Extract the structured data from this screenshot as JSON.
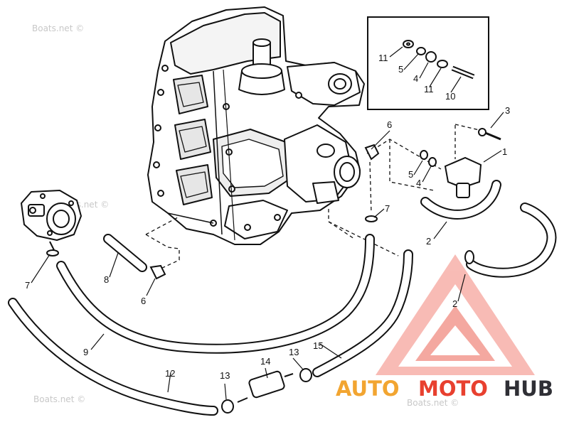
{
  "diagram": {
    "callouts": {
      "c1": "1",
      "c2a": "2",
      "c2b": "2",
      "c3": "3",
      "c4a": "4",
      "c4b": "4",
      "c5a": "5",
      "c5b": "5",
      "c6a": "6",
      "c6b": "6",
      "c7a": "7",
      "c7b": "7",
      "c8": "8",
      "c9": "9",
      "c10": "10",
      "c11a": "11",
      "c11b": "11",
      "c12": "12",
      "c13a": "13",
      "c13b": "13",
      "c14": "14",
      "c15": "15"
    }
  },
  "watermark": {
    "text": "Boats.net ©"
  },
  "logo": {
    "part1": "AUTO",
    "part2": "MOTO",
    "part3": "HUB",
    "color_red": "#e8402f",
    "color_orange": "#f2a531",
    "color_dark": "#2f2f35"
  }
}
